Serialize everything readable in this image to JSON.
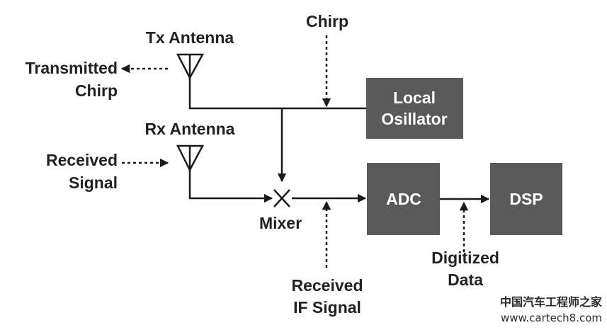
{
  "labels": {
    "tx_antenna": "Tx Antenna",
    "rx_antenna": "Rx Antenna",
    "transmitted_chirp_line1": "Transmitted",
    "transmitted_chirp_line2": "Chirp",
    "chirp": "Chirp",
    "received_signal_line1": "Received",
    "received_signal_line2": "Signal",
    "mixer": "Mixer",
    "received_if_line1": "Received",
    "received_if_line2": "IF Signal",
    "digitized_line1": "Digitized",
    "digitized_line2": "Data"
  },
  "blocks": {
    "local_oscillator_line1": "Local",
    "local_oscillator_line2": "Osillator",
    "adc": "ADC",
    "dsp": "DSP"
  },
  "watermark": {
    "line1": "中国汽车工程师之家",
    "line2": "www.cartech8.com"
  },
  "colors": {
    "block_fill": "#595959",
    "line": "#1a1a1a",
    "text": "#222222"
  }
}
